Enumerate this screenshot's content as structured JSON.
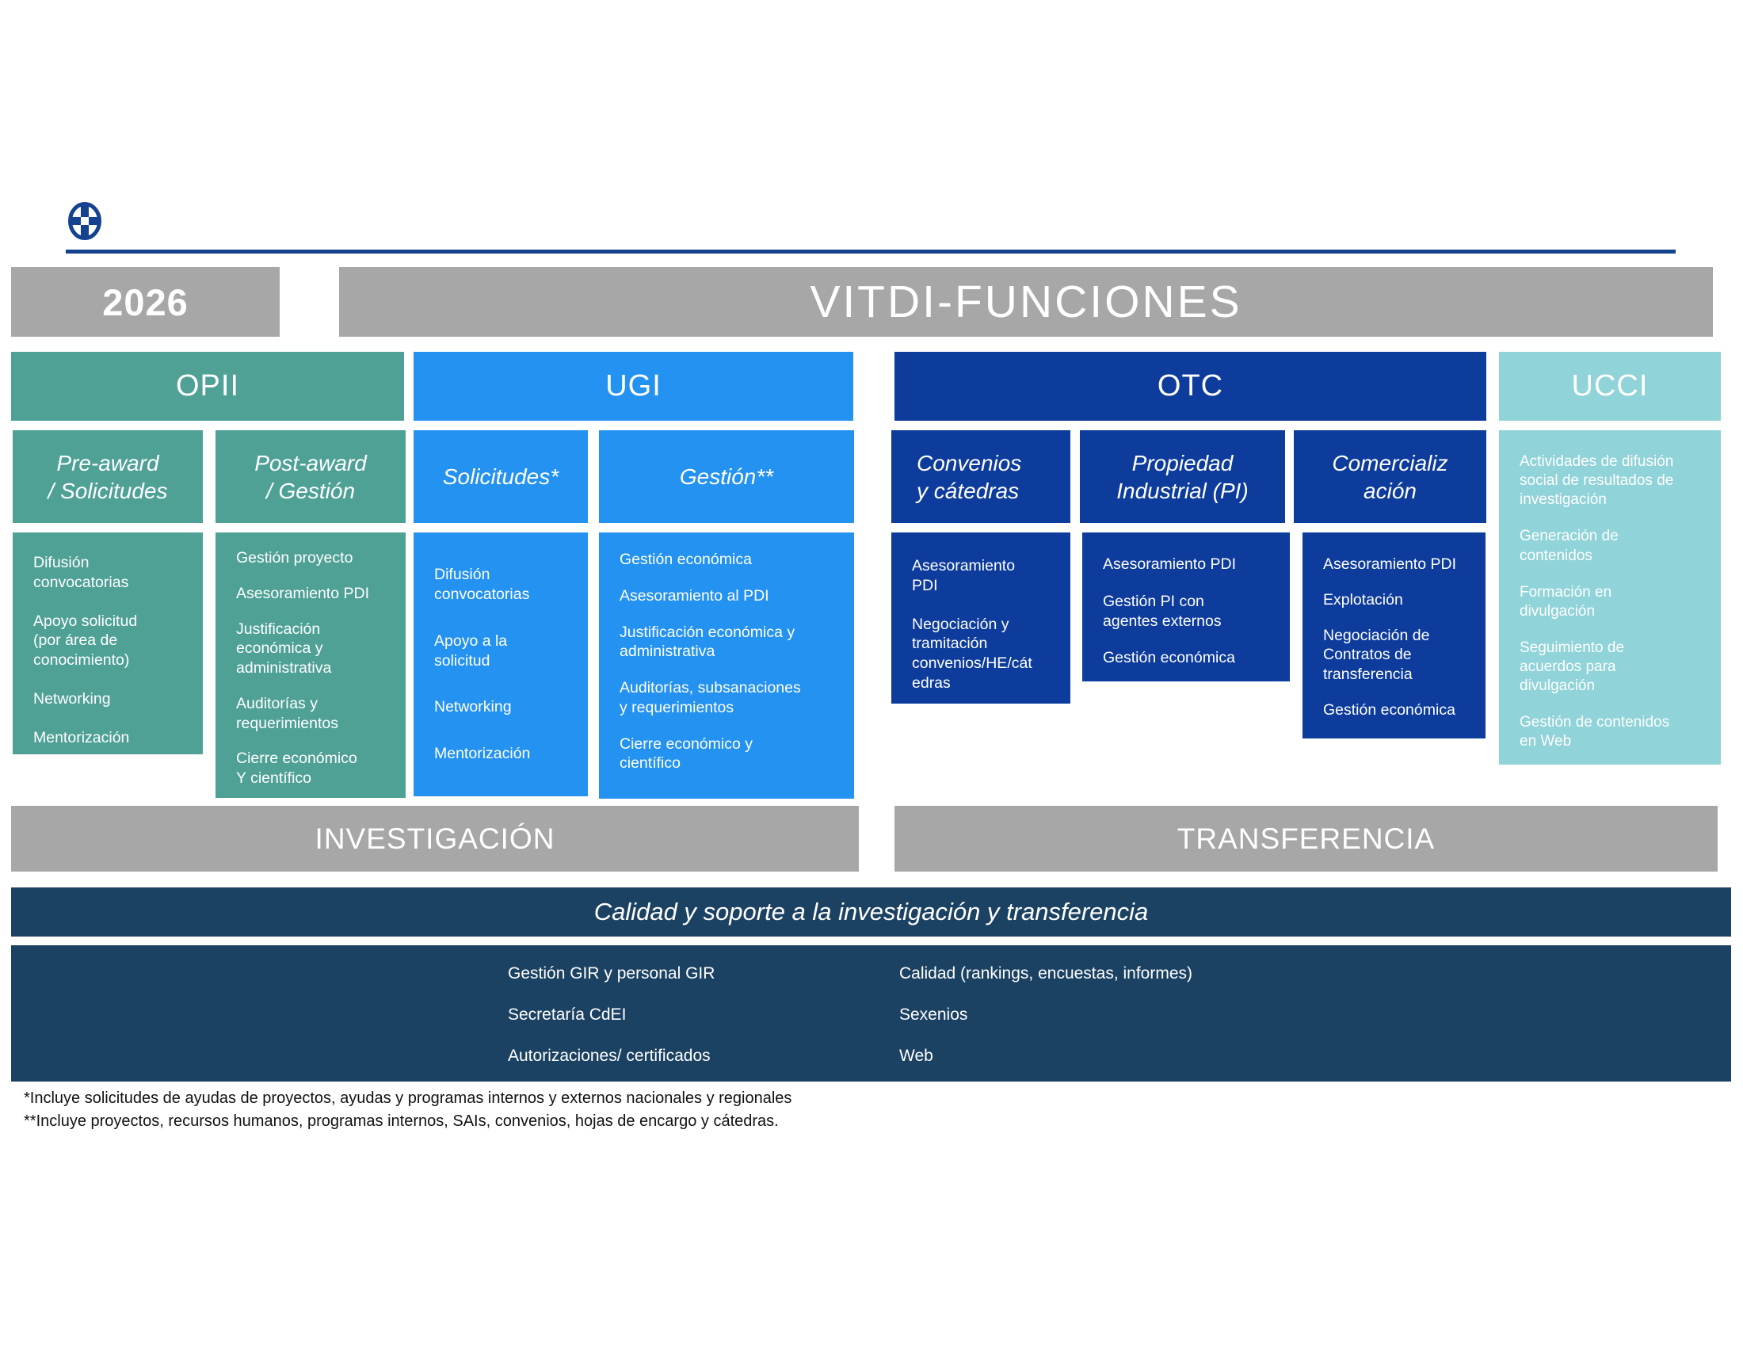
{
  "header": {
    "year": "2026",
    "title": "VITDI-FUNCIONES"
  },
  "columns": [
    {
      "id": "opii",
      "label": "OPII",
      "color": "#4FA196",
      "sections": [
        {
          "label": "Pre-award\n/ Solicitudes",
          "items": [
            "Difusión\nconvocatorias",
            "Apoyo solicitud\n(por área de\nconocimiento)",
            "Networking",
            "Mentorización"
          ]
        },
        {
          "label": "Post-award\n/ Gestión",
          "items": [
            "Gestión proyecto",
            "Asesoramiento PDI",
            "Justificación\neconómica y\nadministrativa",
            "Auditorías y\nrequerimientos",
            "Cierre económico\nY científico"
          ]
        }
      ]
    },
    {
      "id": "ugi",
      "label": "UGI",
      "color": "#2492F0",
      "sections": [
        {
          "label": "Solicitudes*",
          "items": [
            "Difusión\nconvocatorias",
            "Apoyo a la\nsolicitud",
            "Networking",
            "Mentorización"
          ]
        },
        {
          "label": "Gestión**",
          "items": [
            "Gestión económica",
            "Asesoramiento al PDI",
            "Justificación económica y\nadministrativa",
            "Auditorías, subsanaciones\ny requerimientos",
            "Cierre económico y\ncientífico"
          ]
        }
      ]
    },
    {
      "id": "otc",
      "label": "OTC",
      "color": "#0D3C9C",
      "sections": [
        {
          "label": "Convenios\ny cátedras",
          "items": [
            "Asesoramiento\nPDI",
            "Negociación y\ntramitación\nconvenios/HE/cát\nedras"
          ]
        },
        {
          "label": "Propiedad\nIndustrial (PI)",
          "items": [
            "Asesoramiento PDI",
            "Gestión PI con\nagentes externos",
            "Gestión económica"
          ]
        },
        {
          "label": "Comercializ\nación",
          "items": [
            "Asesoramiento PDI",
            "Explotación",
            "Negociación de\nContratos de\ntransferencia",
            "Gestión económica"
          ]
        }
      ]
    },
    {
      "id": "ucci",
      "label": "UCCI",
      "color": "#90D3D8",
      "sections": [
        {
          "label": "",
          "items": [
            "Actividades de difusión\nsocial de resultados de\ninvestigación",
            "Generación de\ncontenidos",
            "Formación en\ndivulgación",
            "Seguimiento de\nacuerdos para\ndivulgación",
            "Gestión de contenidos\nen Web"
          ]
        }
      ]
    }
  ],
  "bottom": {
    "research_label": "INVESTIGACIÓN",
    "transfer_label": "TRANSFERENCIA",
    "quality_bar": "Calidad y soporte a la investigación y transferencia",
    "quality_items_left": [
      "Gestión GIR y personal GIR",
      "Secretaría CdEI",
      "Autorizaciones/ certificados"
    ],
    "quality_items_right": [
      "Calidad (rankings, encuestas, informes)",
      "Sexenios",
      "Web"
    ]
  },
  "footnotes": [
    "*Incluye solicitudes de ayudas de proyectos, ayudas y programas internos y externos nacionales y regionales",
    "**Incluye proyectos, recursos humanos, programas internos, SAIs, convenios, hojas de encargo y cátedras."
  ],
  "colors": {
    "teal": "#4FA196",
    "blue": "#2492F0",
    "dark_blue": "#0D3C9C",
    "cyan": "#90D3D8",
    "gray": "#A7A7A7",
    "navy": "#1C4263",
    "rule_blue": "#14428F"
  }
}
